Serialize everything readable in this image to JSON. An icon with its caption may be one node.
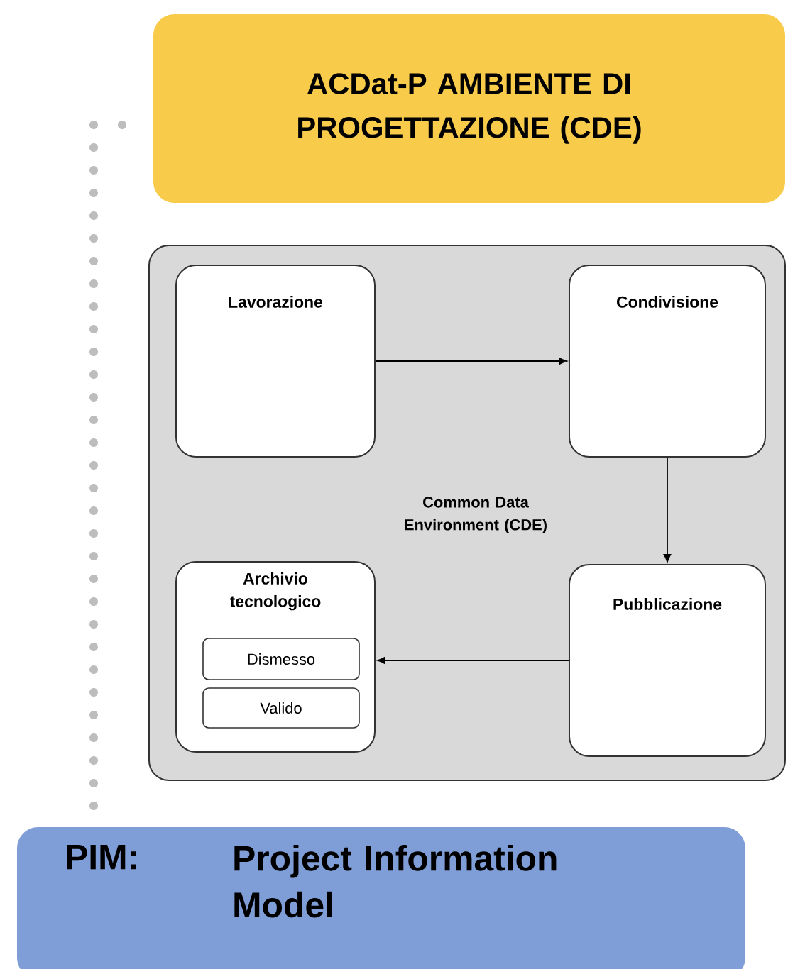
{
  "diagram": {
    "nodes": [
      {
        "text": [
          "ACDat-P AMBIENTE DI PROGETTAZIONE (CDE)"
        ]
      },
      {
        "text": [
          "Common Data Environment (CDE)"
        ]
      },
      {
        "text": [
          "Lavorazione"
        ],
        "in": 1
      },
      {
        "text": [
          "Condivisione"
        ],
        "in": 1
      },
      {
        "text": [
          "Pubblicazione"
        ],
        "in": 1
      },
      {
        "text": [
          "Archivio tecnologico"
        ],
        "in": 1
      },
      {
        "text": [
          "Dismesso"
        ],
        "in": 5
      },
      {
        "text": [
          "Valido"
        ],
        "in": 5
      },
      {
        "text": [
          "PIM:",
          "Project Information Model"
        ]
      }
    ],
    "edges": [
      {
        "from": 2,
        "to": 3,
        "arrow": "to"
      },
      {
        "from": 3,
        "to": 4,
        "arrow": "to"
      },
      {
        "from": 4,
        "to": 5,
        "arrow": "to"
      }
    ]
  }
}
